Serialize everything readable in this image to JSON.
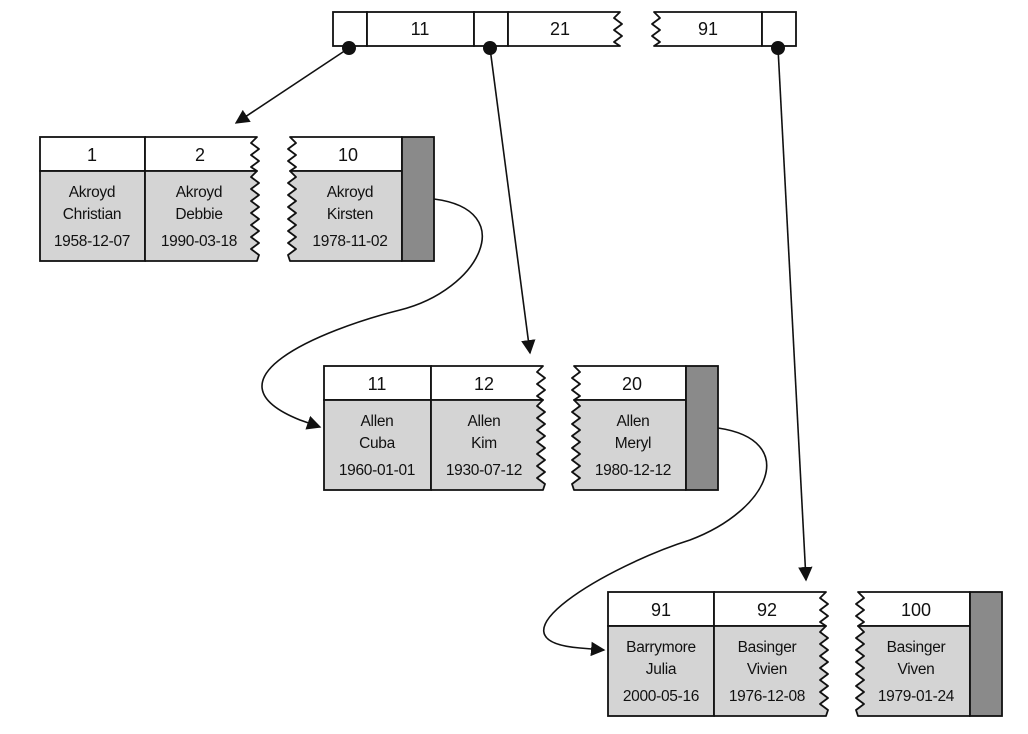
{
  "root": {
    "keys": [
      "11",
      "21",
      "91"
    ]
  },
  "leaves": [
    {
      "cells": [
        {
          "key": "1",
          "last": "Akroyd",
          "first": "Christian",
          "dob": "1958-12-07"
        },
        {
          "key": "2",
          "last": "Akroyd",
          "first": "Debbie",
          "dob": "1990-03-18"
        },
        {
          "key": "10",
          "last": "Akroyd",
          "first": "Kirsten",
          "dob": "1978-11-02"
        }
      ]
    },
    {
      "cells": [
        {
          "key": "11",
          "last": "Allen",
          "first": "Cuba",
          "dob": "1960-01-01"
        },
        {
          "key": "12",
          "last": "Allen",
          "first": "Kim",
          "dob": "1930-07-12"
        },
        {
          "key": "20",
          "last": "Allen",
          "first": "Meryl",
          "dob": "1980-12-12"
        }
      ]
    },
    {
      "cells": [
        {
          "key": "91",
          "last": "Barrymore",
          "first": "Julia",
          "dob": "2000-05-16"
        },
        {
          "key": "92",
          "last": "Basinger",
          "first": "Vivien",
          "dob": "1976-12-08"
        },
        {
          "key": "100",
          "last": "Basinger",
          "first": "Viven",
          "dob": "1979-01-24"
        }
      ]
    }
  ],
  "colors": {
    "ink": "#111111",
    "row_fill": "#d4d4d4",
    "pointer_fill": "#8a8a8a",
    "key_fill": "#ffffff"
  }
}
